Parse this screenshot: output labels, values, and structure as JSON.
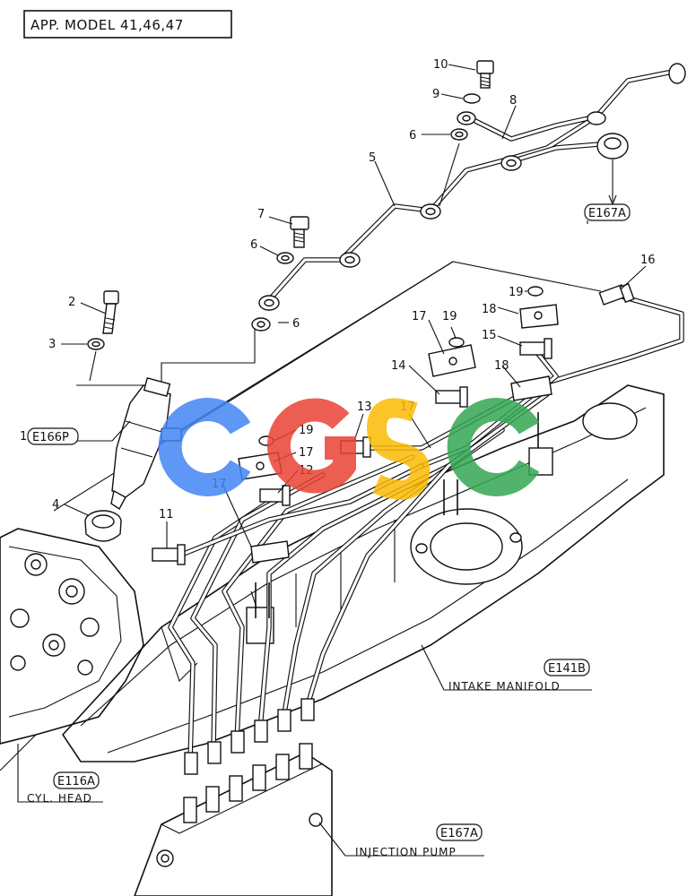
{
  "header": {
    "text": "APP. MODEL 41,46,47"
  },
  "callouts": [
    {
      "id": "c10",
      "text": "10"
    },
    {
      "id": "c9",
      "text": "9"
    },
    {
      "id": "c8",
      "text": "8"
    },
    {
      "id": "c6a",
      "text": "6"
    },
    {
      "id": "c5",
      "text": "5"
    },
    {
      "id": "c7",
      "text": "7"
    },
    {
      "id": "c6b",
      "text": "6"
    },
    {
      "id": "c6c",
      "text": "6"
    },
    {
      "id": "c2",
      "text": "2"
    },
    {
      "id": "c3",
      "text": "3"
    },
    {
      "id": "c16",
      "text": "16"
    },
    {
      "id": "c19a",
      "text": "19"
    },
    {
      "id": "c18a",
      "text": "18"
    },
    {
      "id": "c17a",
      "text": "17"
    },
    {
      "id": "c19b",
      "text": "19"
    },
    {
      "id": "c15",
      "text": "15"
    },
    {
      "id": "c14",
      "text": "14"
    },
    {
      "id": "c18b",
      "text": "18"
    },
    {
      "id": "c13",
      "text": "13"
    },
    {
      "id": "c17b",
      "text": "17"
    },
    {
      "id": "c19c",
      "text": "19"
    },
    {
      "id": "c17c",
      "text": "17"
    },
    {
      "id": "c12",
      "text": "12"
    },
    {
      "id": "c17d",
      "text": "17"
    },
    {
      "id": "c4",
      "text": "4"
    },
    {
      "id": "c11",
      "text": "11"
    },
    {
      "id": "c1",
      "text": "1"
    }
  ],
  "references": {
    "e167a_top": "E167A",
    "e166p": "E166P",
    "e141b": "E141B",
    "intake_manifold": "INTAKE MANIFOLD",
    "e116a": "E116A",
    "cyl_head": "CYL. HEAD",
    "e167a_bottom": "E167A",
    "injection_pump": "INJECTION PUMP"
  },
  "watermark": {
    "letters": [
      "C",
      "G",
      "S",
      "C"
    ],
    "colors": [
      "#4285F4",
      "#EA4335",
      "#FBBC05",
      "#34A853"
    ]
  }
}
